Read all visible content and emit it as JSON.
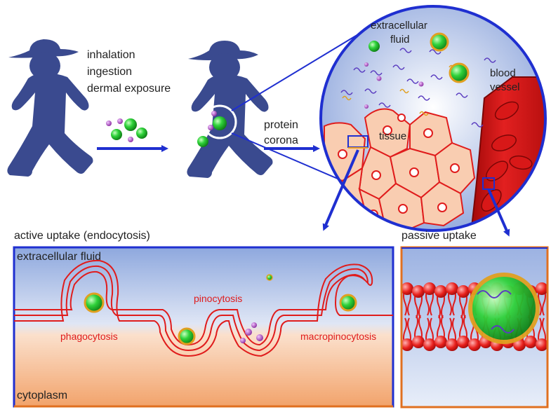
{
  "exposure": {
    "routes": [
      "inhalation",
      "ingestion",
      "dermal exposure"
    ]
  },
  "labels": {
    "protein_corona": [
      "protein",
      "corona"
    ],
    "extracellular_fluid_top": [
      "extracellular",
      "fluid"
    ],
    "blood_vessel": [
      "blood",
      "vessel"
    ],
    "tissue": "tissue"
  },
  "active_uptake": {
    "title": "active uptake (endocytosis)",
    "extracellular": "extracellular fluid",
    "cytoplasm": "cytoplasm",
    "pinocytosis": "pinocytosis",
    "phagocytosis": "phagocytosis",
    "macropinocytosis": "macropinocytosis"
  },
  "passive_uptake": {
    "title": "passive uptake"
  },
  "colors": {
    "figure": "#3a4a8f",
    "arrow": "#1f2fd0",
    "membrane": "#e01c1c",
    "cell_fill": "#f9cdb1",
    "nanoparticle": "#2fd23a",
    "small_particle": "#a23bb6",
    "blue_top": "#8fa8dc",
    "orange_bottom": "#f2a56b"
  }
}
